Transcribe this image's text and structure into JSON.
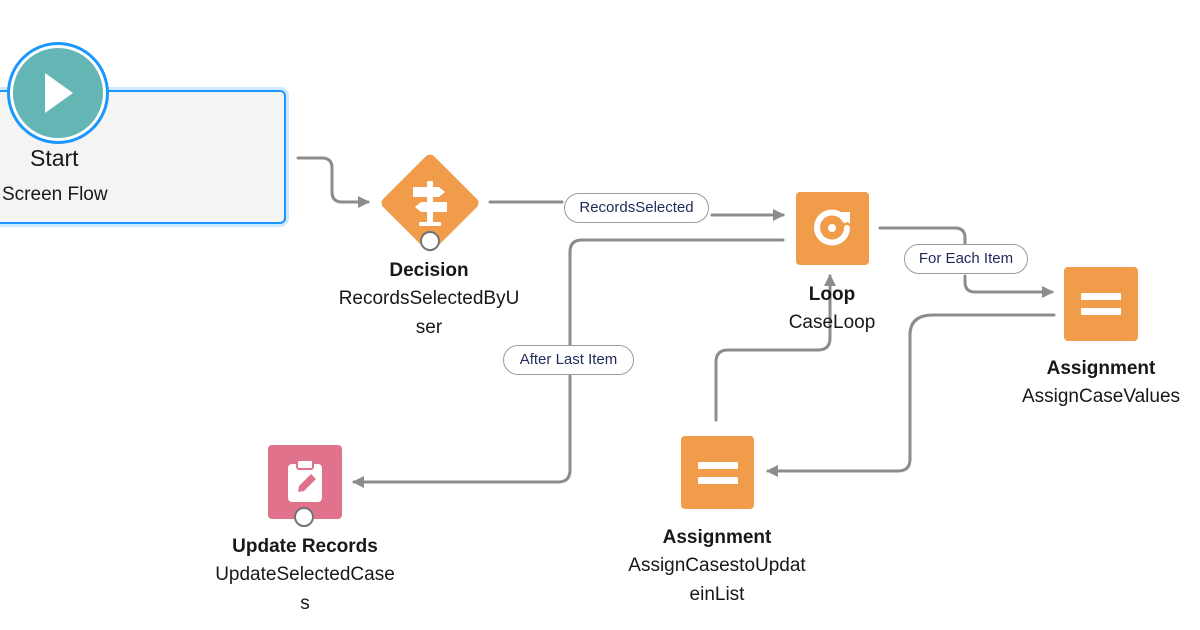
{
  "start": {
    "title": "Start",
    "subtitle": "Screen Flow"
  },
  "nodes": [
    {
      "id": "decision",
      "title": "Decision",
      "name_lines": [
        "RecordsSelectedByU",
        "ser"
      ],
      "icon": "signpost-icon",
      "color": "#f09c4a"
    },
    {
      "id": "loop",
      "title": "Loop",
      "name_lines": [
        "CaseLoop"
      ],
      "icon": "loop-icon",
      "color": "#f09c4a"
    },
    {
      "id": "assign1",
      "title": "Assignment",
      "name_lines": [
        "AssignCaseValues"
      ],
      "icon": "equals-icon",
      "color": "#f09c4a"
    },
    {
      "id": "assign2",
      "title": "Assignment",
      "name_lines": [
        "AssignCasestoUpdat",
        "einList"
      ],
      "icon": "equals-icon",
      "color": "#f09c4a"
    },
    {
      "id": "update",
      "title": "Update Records",
      "name_lines": [
        "UpdateSelectedCase",
        "s"
      ],
      "icon": "clipboard-edit-icon",
      "color": "#e0728c"
    }
  ],
  "edge_labels": {
    "records_selected": "RecordsSelected",
    "for_each_item": "For Each Item",
    "after_last_item": "After Last Item"
  },
  "colors": {
    "connector_line": "#8c8c8c",
    "start_circle": "#64b6b4",
    "selection_border": "#1b96ff",
    "pill_text": "#1f2a5a"
  }
}
